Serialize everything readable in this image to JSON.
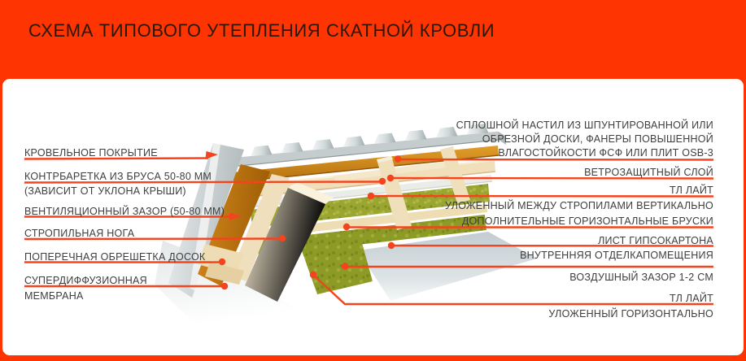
{
  "title": "СХЕМА ТИПОВОГО УТЕПЛЕНИЯ СКАТНОЙ КРОВЛИ",
  "left_labels": [
    {
      "lines": [
        "КРОВЕЛЬНОЕ ПОКРЫТИЕ"
      ]
    },
    {
      "lines": [
        "КОНТРБАРЕТКА ИЗ БРУСА 50-80 ММ",
        "(ЗАВИСИТ ОТ УКЛОНА КРЫШИ)"
      ]
    },
    {
      "lines": [
        "ВЕНТИЛЯЦИОННЫЙ ЗАЗОР (50-80 ММ)"
      ]
    },
    {
      "lines": [
        "СТРОПИЛЬНАЯ НОГА"
      ]
    },
    {
      "lines": [
        "ПОПЕРЕЧНАЯ ОБРЕШЕТКА ДОСОК"
      ]
    },
    {
      "lines": [
        "СУПЕРДИФФУЗИОННАЯ",
        "МЕМБРАНА"
      ]
    }
  ],
  "right_labels": [
    {
      "lines": [
        "СПЛОШНОЙ НАСТИЛ ИЗ ШПУНТИРОВАННОЙ ИЛИ",
        "ОБРЕЗНОЙ ДОСКИ, ФАНЕРЫ ПОВЫШЕННОЙ",
        "ВЛАГОСТОЙКОСТИ ФСФ ИЛИ ПЛИТ OSB-3"
      ]
    },
    {
      "lines": [
        "ВЕТРОЗАЩИТНЫЙ СЛОЙ"
      ]
    },
    {
      "lines": [
        "ТЛ ЛАЙТ",
        "УЛОЖЕННЫЙ МЕЖДУ СТРОПИЛАМИ ВЕРТИКАЛЬНО"
      ]
    },
    {
      "lines": [
        "ДОПОЛНИТЕЛЬНЫЕ ГОРИЗОНТАЛЬНЫЕ БРУСКИ"
      ]
    },
    {
      "lines": [
        "ЛИСТ ГИПСОКАРТОНА",
        "ВНУТРЕННЯЯ ОТДЕЛКАПОМЕЩЕНИЯ"
      ]
    },
    {
      "lines": [
        "ВОЗДУШНЫЙ ЗАЗОР 1-2 СМ"
      ]
    },
    {
      "lines": [
        "ТЛ ЛАЙТ",
        "УЛОЖЕННЫЙ ГОРИЗОНТАЛЬНО"
      ]
    }
  ],
  "diagram_layers": [
    "corrugated-metal-roofing",
    "orange-deck-osb",
    "counter-batten-wood",
    "windproof-membrane",
    "mineral-wool-insulation-upper",
    "horizontal-wood-strips",
    "mineral-wool-insulation-lower",
    "gypsum-board",
    "rafter-beam",
    "diffusion-membrane-sheet"
  ],
  "colors": {
    "frame_orange": "#fe3402",
    "leader_line": "#f4431d",
    "label_text": "#3e3e3e",
    "title_text": "#2a1708",
    "panel_white": "#ffffff",
    "roof_gray": "#c5cccd",
    "deck_orange": "#cf831a",
    "wood_cream": "#f1dfba",
    "insulation_green": "#9aa62f",
    "gypsum_gray": "#c4ced2"
  }
}
